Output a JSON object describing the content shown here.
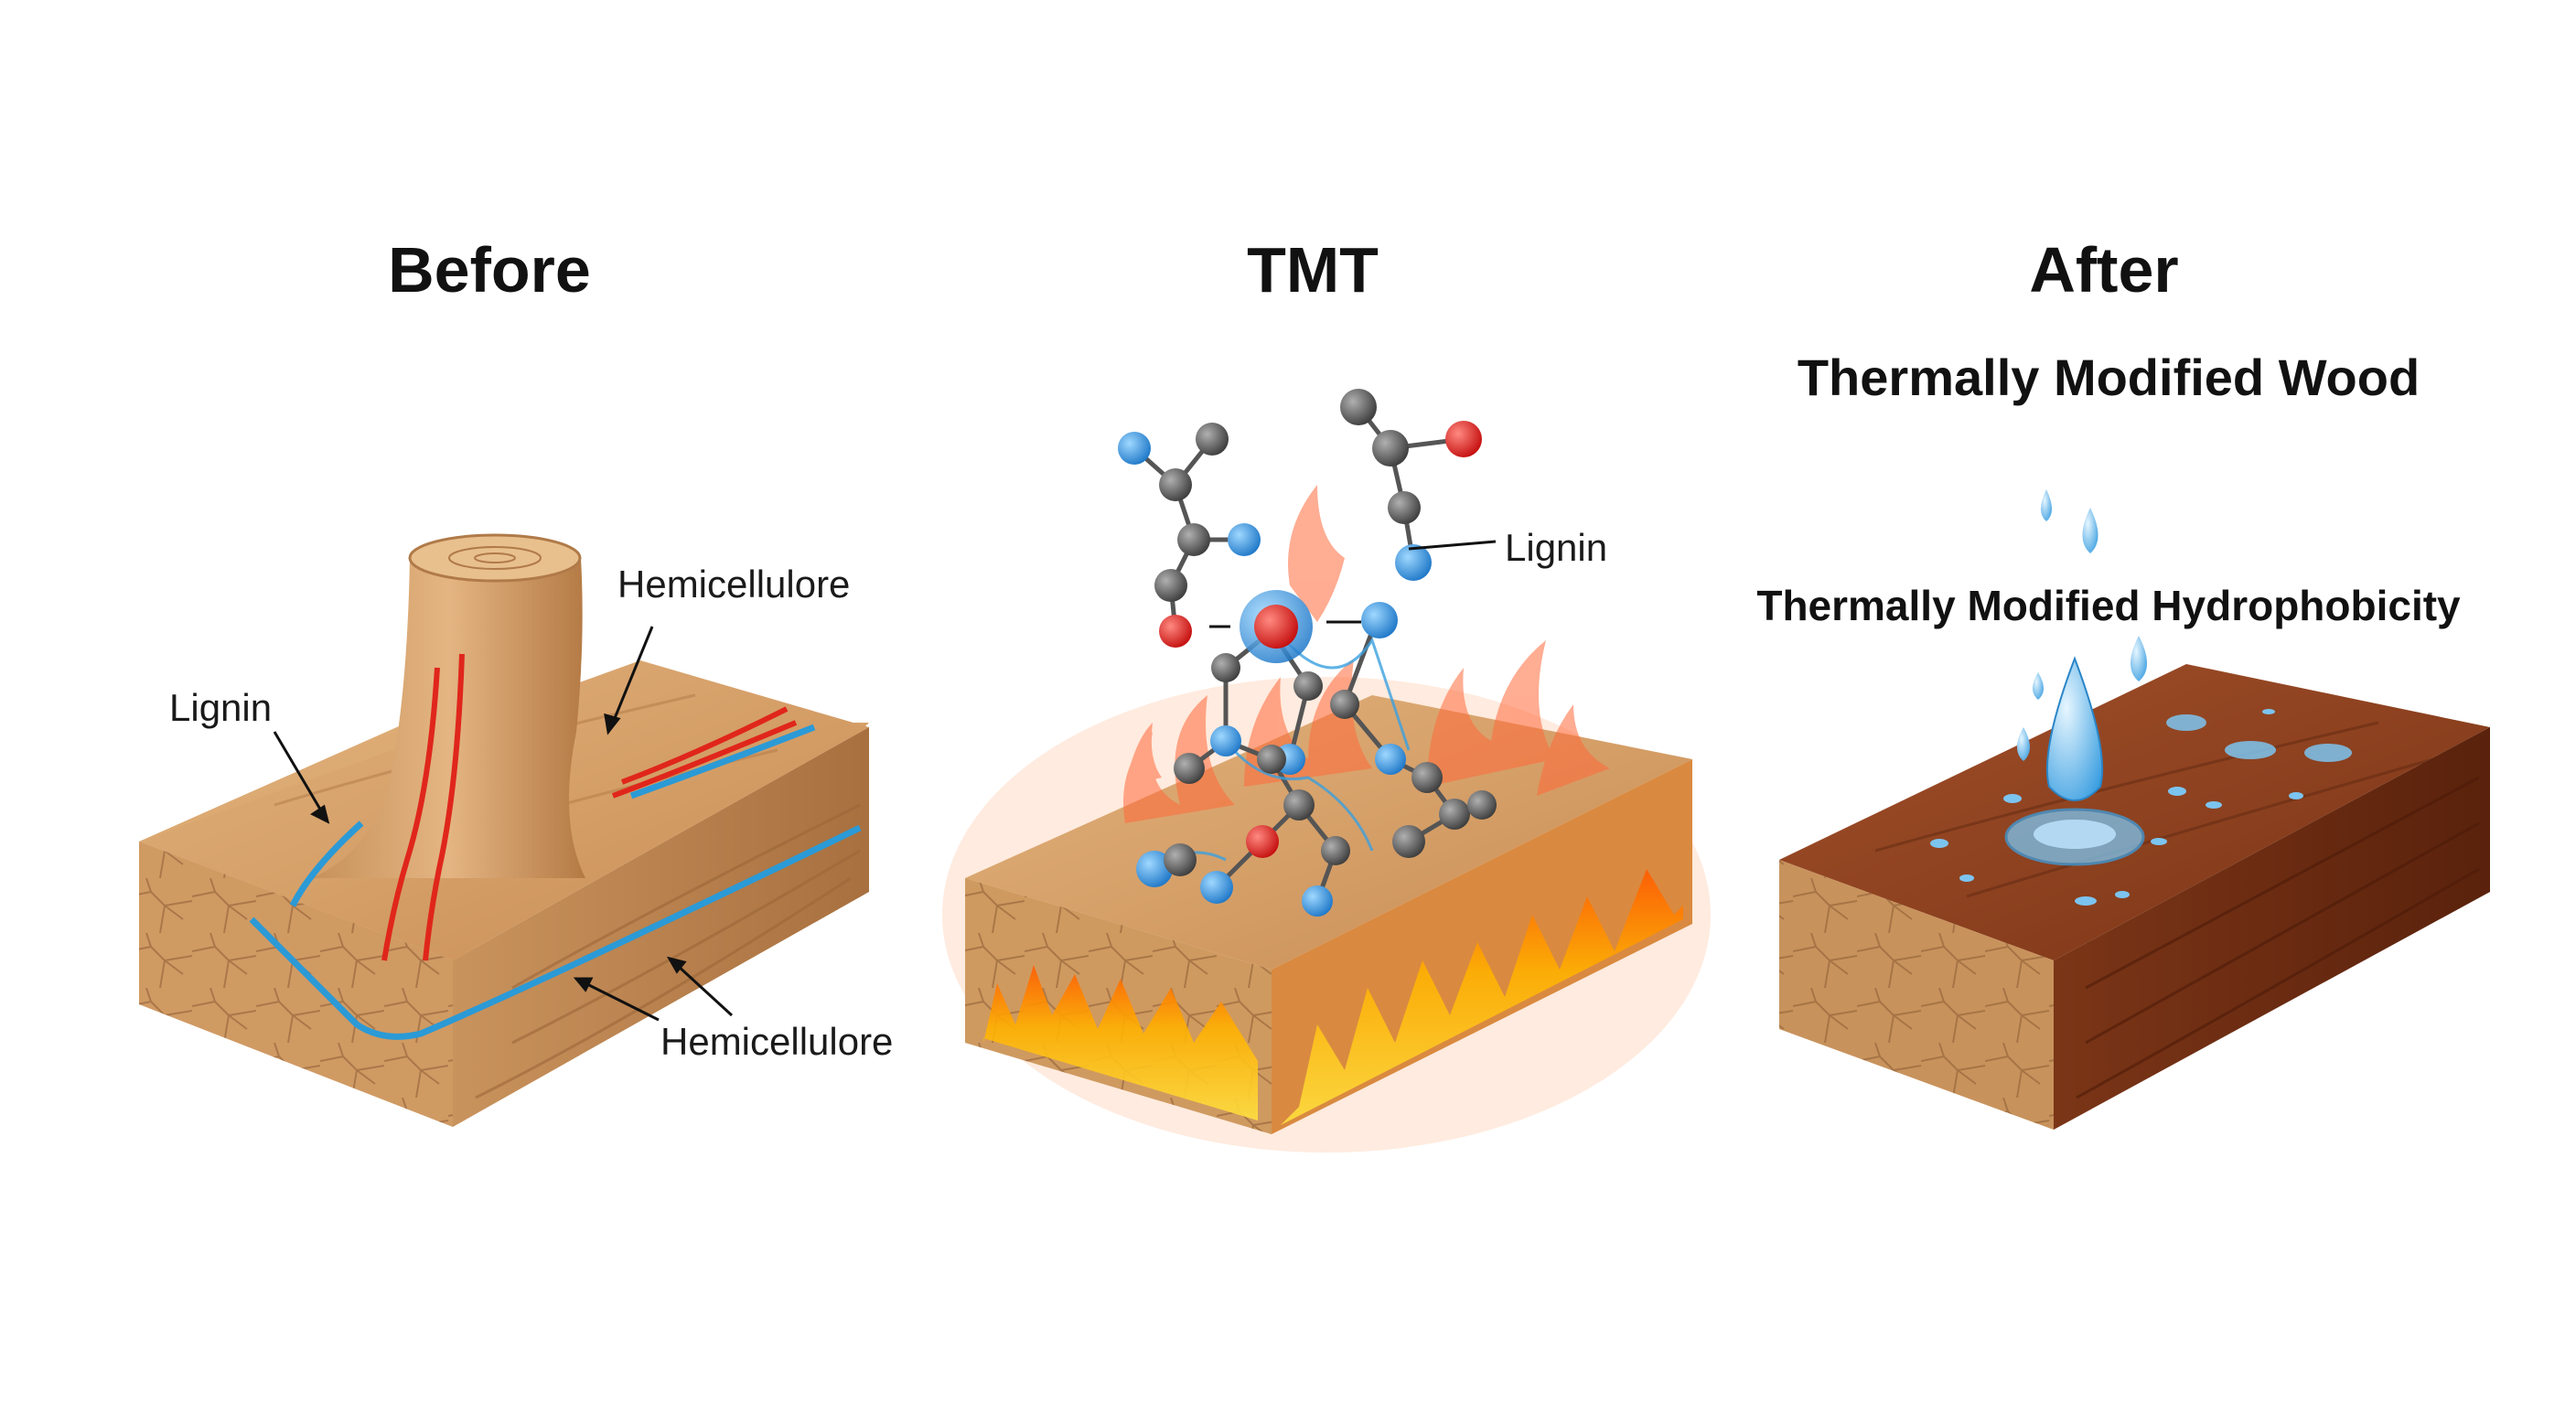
{
  "panels": {
    "before": {
      "title": "Before",
      "labels": {
        "hemicellulose_top": "Hemicellulore",
        "lignin": "Lignin",
        "hemicellulose_bottom": "Hemicellulore"
      }
    },
    "tmt": {
      "title": "TMT",
      "labels": {
        "lignin": "Lignin"
      }
    },
    "after": {
      "title": "After",
      "subtitle": "Thermally Modified Wood",
      "caption": "Thermally Modified Hydrophobicity"
    }
  },
  "colors": {
    "wood_light": "#d4a06a",
    "wood_dark": "#8a3f1c",
    "lignin_line": "#2b9ad6",
    "hemicellulose_line": "#e0261c",
    "flame": "#ff8a00",
    "water": "#5fb4e8"
  }
}
